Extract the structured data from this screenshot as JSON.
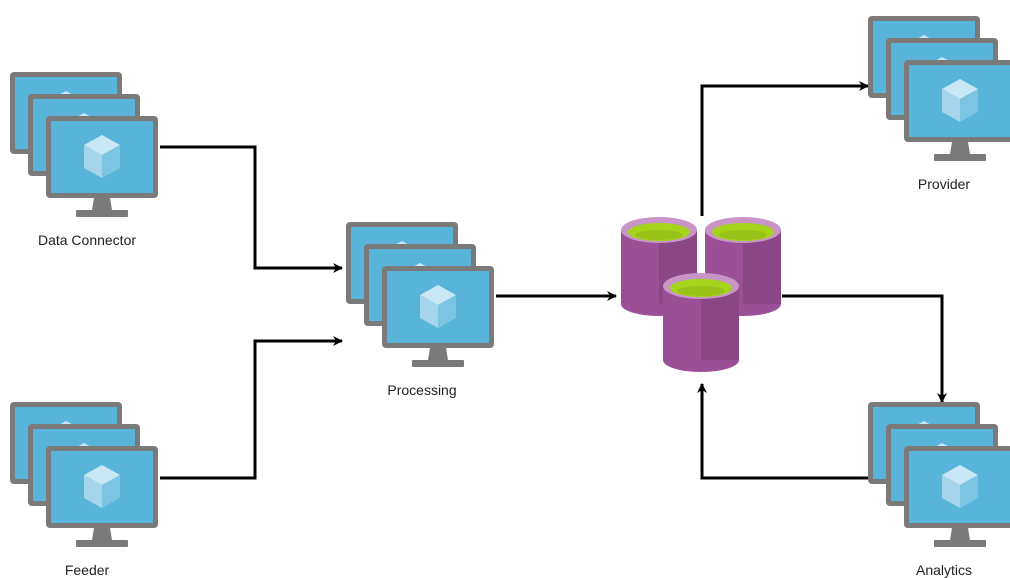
{
  "diagram": {
    "nodes": [
      {
        "id": "data-connector",
        "label": "Data Connector",
        "icon": "vm-scale-set-icon"
      },
      {
        "id": "feeder",
        "label": "Feeder",
        "icon": "vm-scale-set-icon"
      },
      {
        "id": "processing",
        "label": "Processing",
        "icon": "vm-scale-set-icon"
      },
      {
        "id": "databases",
        "label": "",
        "icon": "database-cluster-icon"
      },
      {
        "id": "provider",
        "label": "Provider",
        "icon": "vm-scale-set-icon"
      },
      {
        "id": "analytics",
        "label": "Analytics",
        "icon": "vm-scale-set-icon"
      }
    ],
    "edges": [
      {
        "from": "data-connector",
        "to": "processing"
      },
      {
        "from": "feeder",
        "to": "processing"
      },
      {
        "from": "processing",
        "to": "databases"
      },
      {
        "from": "databases",
        "to": "provider"
      },
      {
        "from": "databases",
        "to": "analytics"
      },
      {
        "from": "analytics",
        "to": "databases"
      }
    ]
  },
  "colors": {
    "monitor_frame": "#7a7a7a",
    "screen_blue": "#59b4d9",
    "cube_light": "#c9e8f5",
    "cube_mid": "#a4d5eb",
    "cube_dark": "#7cc4e2",
    "db_purple": "#9b4f96",
    "db_purple_dark": "#7b3f78",
    "db_top_green": "#a6d41a",
    "arrow": "#000000"
  }
}
